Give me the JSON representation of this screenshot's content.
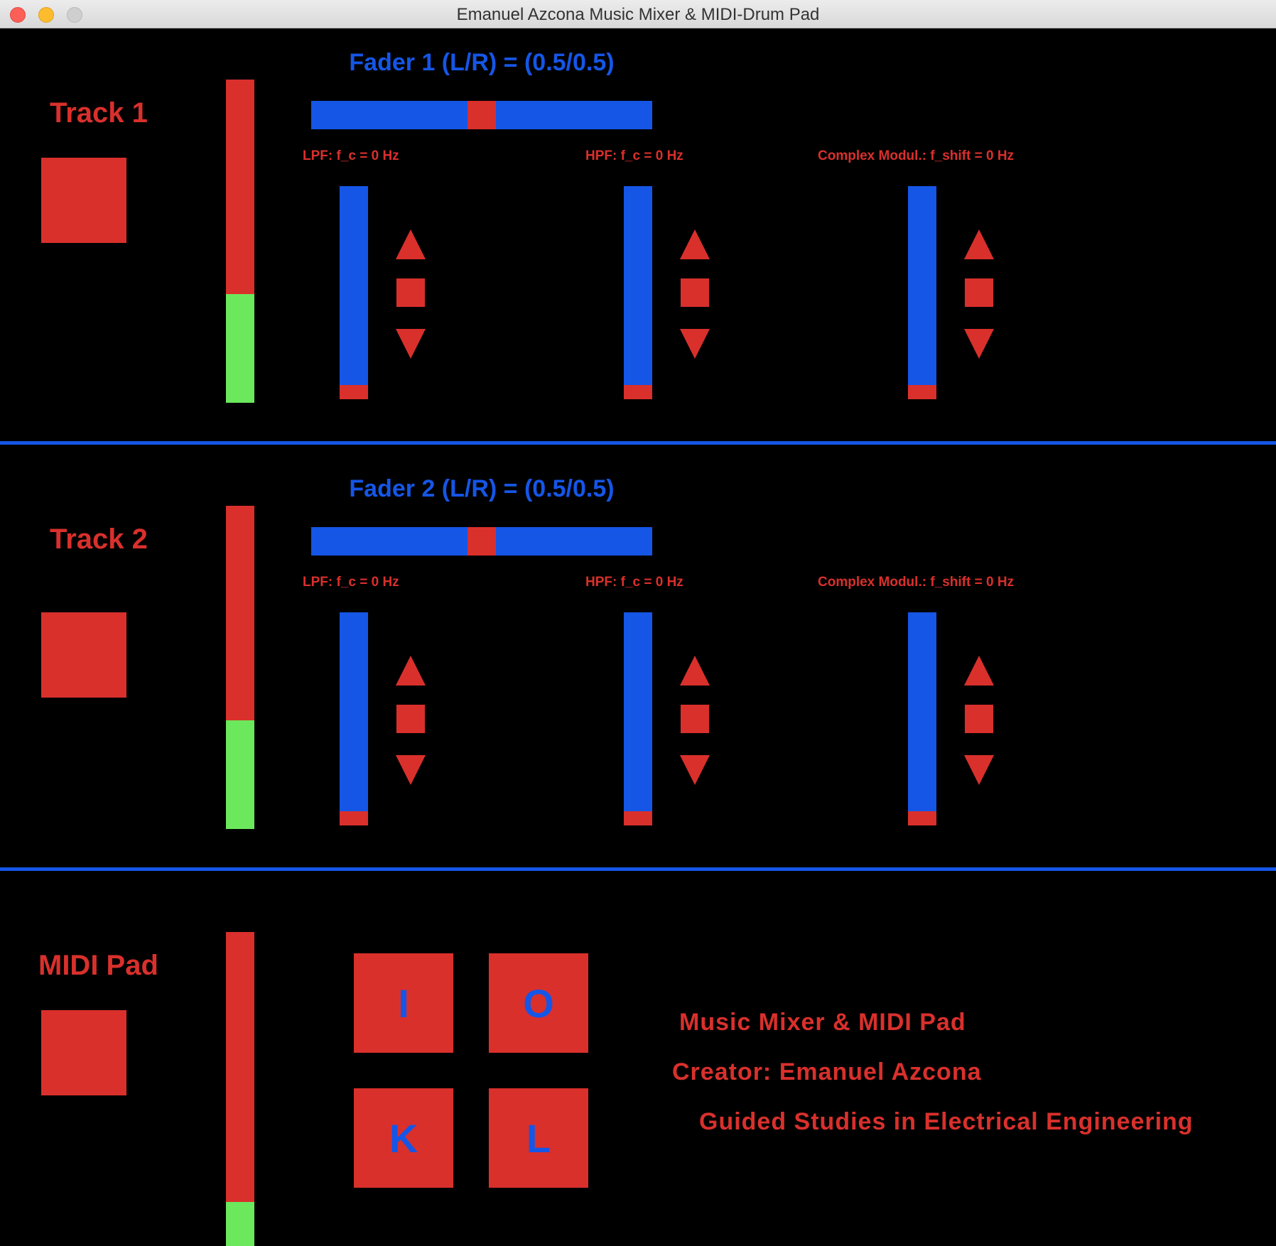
{
  "window": {
    "title": "Emanuel Azcona Music Mixer & MIDI-Drum Pad"
  },
  "tracks": [
    {
      "name": "Track 1",
      "fader_label": "Fader 1 (L/R) = (0.5/0.5)",
      "pan": 0.5,
      "level": 0.33,
      "effects": [
        {
          "label": "LPF: f_c = 0 Hz",
          "value": 0
        },
        {
          "label": "HPF: f_c = 0 Hz",
          "value": 0
        },
        {
          "label": "Complex Modul.: f_shift = 0 Hz",
          "value": 0
        }
      ]
    },
    {
      "name": "Track 2",
      "fader_label": "Fader 2 (L/R) = (0.5/0.5)",
      "pan": 0.5,
      "level": 0.33,
      "effects": [
        {
          "label": "LPF: f_c = 0 Hz",
          "value": 0
        },
        {
          "label": "HPF: f_c = 0 Hz",
          "value": 0
        },
        {
          "label": "Complex Modul.: f_shift = 0 Hz",
          "value": 0
        }
      ]
    }
  ],
  "midi": {
    "name": "MIDI Pad",
    "level": 0.14,
    "pads": [
      "I",
      "O",
      "K",
      "L"
    ]
  },
  "info": {
    "line1": "Music Mixer & MIDI Pad",
    "line2": "Creator: Emanuel Azcona",
    "line3": "Guided Studies in Electrical Engineering"
  },
  "colors": {
    "red": "#d9302c",
    "blue": "#1556e6",
    "green": "#6be85c",
    "background": "#000000"
  },
  "icons": [
    "close-window-icon",
    "minimize-window-icon",
    "maximize-window-icon",
    "up-arrow-icon",
    "stop-icon",
    "down-arrow-icon"
  ]
}
